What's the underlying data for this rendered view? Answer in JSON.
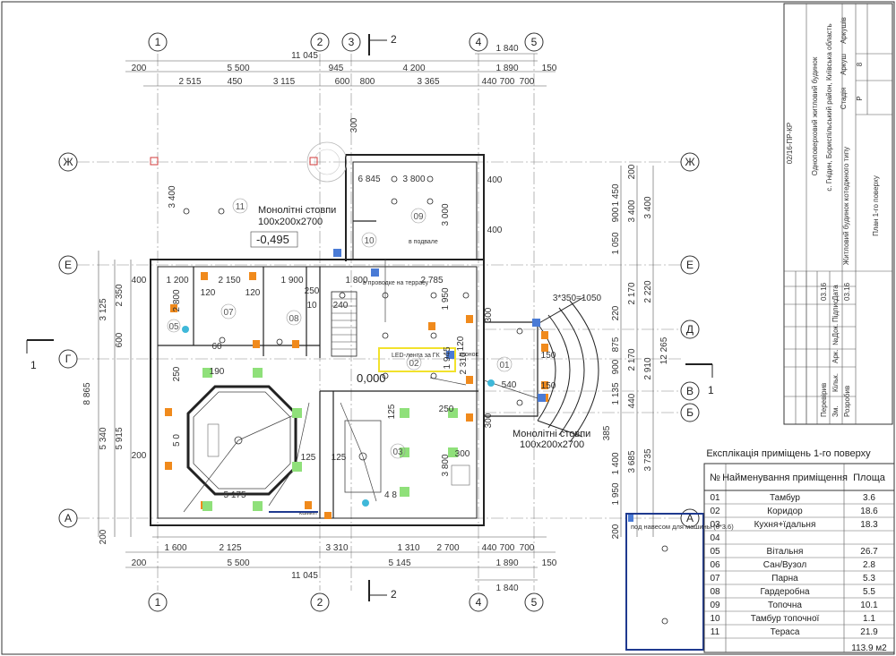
{
  "axes_top": {
    "a1": "1",
    "a2": "2",
    "a3": "3",
    "a4": "4",
    "a5": "5"
  },
  "axes_left": {
    "zh": "Ж",
    "e": "Е",
    "g": "Г",
    "a": "А"
  },
  "axes_right": {
    "zh": "Ж",
    "e": "Е",
    "d": "Д",
    "v": "В",
    "b": "Б",
    "a": "А"
  },
  "dims_top": {
    "total": "11 045",
    "r1": "1 840",
    "s1": "200",
    "s2": "5 500",
    "s3": "945",
    "s4": "4 200",
    "s5": "1 890",
    "s6": "150",
    "t1": "2 515",
    "t2": "450",
    "t3": "3 115",
    "t4": "600",
    "t5": "800",
    "t6": "3 365",
    "t7": "440",
    "t8": "700",
    "t9": "700"
  },
  "dims_bottom": {
    "b1": "1 600",
    "b2": "2 125",
    "b3": "3 310",
    "b4": "1 310",
    "b5": "2 700",
    "b6": "440",
    "b7": "700",
    "b8": "700",
    "c1": "200",
    "c2": "5 500",
    "c3": "5 145",
    "c4": "1 890",
    "c5": "150",
    "total": "11 045",
    "r1": "1 840"
  },
  "dims_left": {
    "d1": "400",
    "d2": "3 125",
    "d3": "2 350",
    "d4": "600",
    "d5": "8 865",
    "d6": "5 340",
    "d7": "5 915",
    "d8": "200",
    "d9": "200"
  },
  "dims_right": {
    "p1": "1 450",
    "p2": "200",
    "p3": "900",
    "p4": "3 400",
    "p5": "1 050",
    "p6": "3 400",
    "p7": "2 170",
    "p8": "2 220",
    "p9": "220",
    "p10": "875",
    "p11": "900",
    "p12": "2 170",
    "p13": "12 265",
    "p14": "1 135",
    "p15": "2 910",
    "p16": "440",
    "p17": "385",
    "p18": "1 400",
    "p19": "3 685",
    "p20": "3 735",
    "p21": "1 950",
    "p22": "200"
  },
  "inner_dims": {
    "i1": "3 400",
    "i2": "6 845",
    "i3": "3 800",
    "i4": "3 000",
    "i5": "400",
    "i6": "400",
    "i7": "1 200",
    "i8": "2 150",
    "i9": "1 900",
    "i10": "1 800",
    "i11": "2 785",
    "i12": "120",
    "i13": "120",
    "i14": "250",
    "i15": "2 800",
    "i16": "240",
    "i17": "10",
    "i18": "1 950",
    "i19": "1 945",
    "i20": "2 310",
    "i21": "540",
    "i22": "150",
    "i23": "150",
    "i24": "300",
    "i25": "120",
    "i26": "250",
    "i27": "190",
    "i28": "5 175",
    "i29": "3 800",
    "i30": "250",
    "i31": "125",
    "i32": "125",
    "i33": "125",
    "i34": "300",
    "i35": "4 8",
    "i36": "3*350=1050",
    "i37": "300",
    "i38": "5 0",
    "i39": "60",
    "i40": "300"
  },
  "levels": {
    "terrace": "-0,495",
    "floor": "0,000"
  },
  "room_numbers": {
    "r01": "01",
    "r02": "02",
    "r03": "03",
    "r05": "05",
    "r07": "07",
    "r08": "08",
    "r09": "09",
    "r10": "10",
    "r11": "11"
  },
  "notes": {
    "columns_top": "Монолітні стовпи",
    "columns_top_size": "100x200x2700",
    "columns_bottom": "Монолітні стовпи",
    "columns_bottom_size": "100x200x2700",
    "wiring": "в проводке на террасу",
    "led": "LED-лента за ГК",
    "bell": "звонок",
    "basement": "в подвале",
    "carport": "под навесом для машины (6*3.6)",
    "chimney": "камин"
  },
  "section_marks": {
    "s1_left": "1",
    "s1_right": "1",
    "s2_top": "2",
    "s2_bottom": "2"
  },
  "title_block": {
    "code": "02/16-ПР-КР",
    "project": "Одноповерховий житловий будинок",
    "location": "с. Гнідин, Бориспільський район, Київська область",
    "stage_h": "Стадія",
    "sheet_h": "Аркуш",
    "sheets_h": "Аркушів",
    "stage": "Р",
    "sheet": "8",
    "drawing": "Житловий будинок котеджного типу",
    "sheet_title": "План 1-го поверху",
    "rows": [
      "Зм.",
      "Кільк.",
      "Арк.",
      "№Док.",
      "Підпис",
      "Дата"
    ],
    "dev": "Розробив",
    "check": "Перевірив",
    "date1": "03.16",
    "date2": "03.16"
  },
  "explication": {
    "title": "Експлікація приміщень 1-го поверху",
    "col_no": "№",
    "col_name": "Найменування приміщення",
    "col_area": "Площа",
    "rows": [
      {
        "no": "01",
        "name": "Тамбур",
        "area": "3.6"
      },
      {
        "no": "02",
        "name": "Коридор",
        "area": "18.6"
      },
      {
        "no": "03",
        "name": "Кухня+їдальня",
        "area": "18.3"
      },
      {
        "no": "04",
        "name": "",
        "area": ""
      },
      {
        "no": "05",
        "name": "Вітальня",
        "area": "26.7"
      },
      {
        "no": "06",
        "name": "Сан/Вузол",
        "area": "2.8"
      },
      {
        "no": "07",
        "name": "Парна",
        "area": "5.3"
      },
      {
        "no": "08",
        "name": "Гардеробна",
        "area": "5.5"
      },
      {
        "no": "09",
        "name": "Топочна",
        "area": "10.1"
      },
      {
        "no": "10",
        "name": "Тамбур топочної",
        "area": "1.1"
      },
      {
        "no": "11",
        "name": "Тераса",
        "area": "21.9"
      }
    ],
    "total": "113.9 м2"
  },
  "colors": {
    "wall": "#222222",
    "grid": "#555555",
    "blue_box": "#1f3a8f",
    "orange": "#f08a1c",
    "green": "#8fe07a",
    "yellow": "#f2e22c",
    "cyan": "#3fb8d9",
    "red": "#d23b3b"
  }
}
